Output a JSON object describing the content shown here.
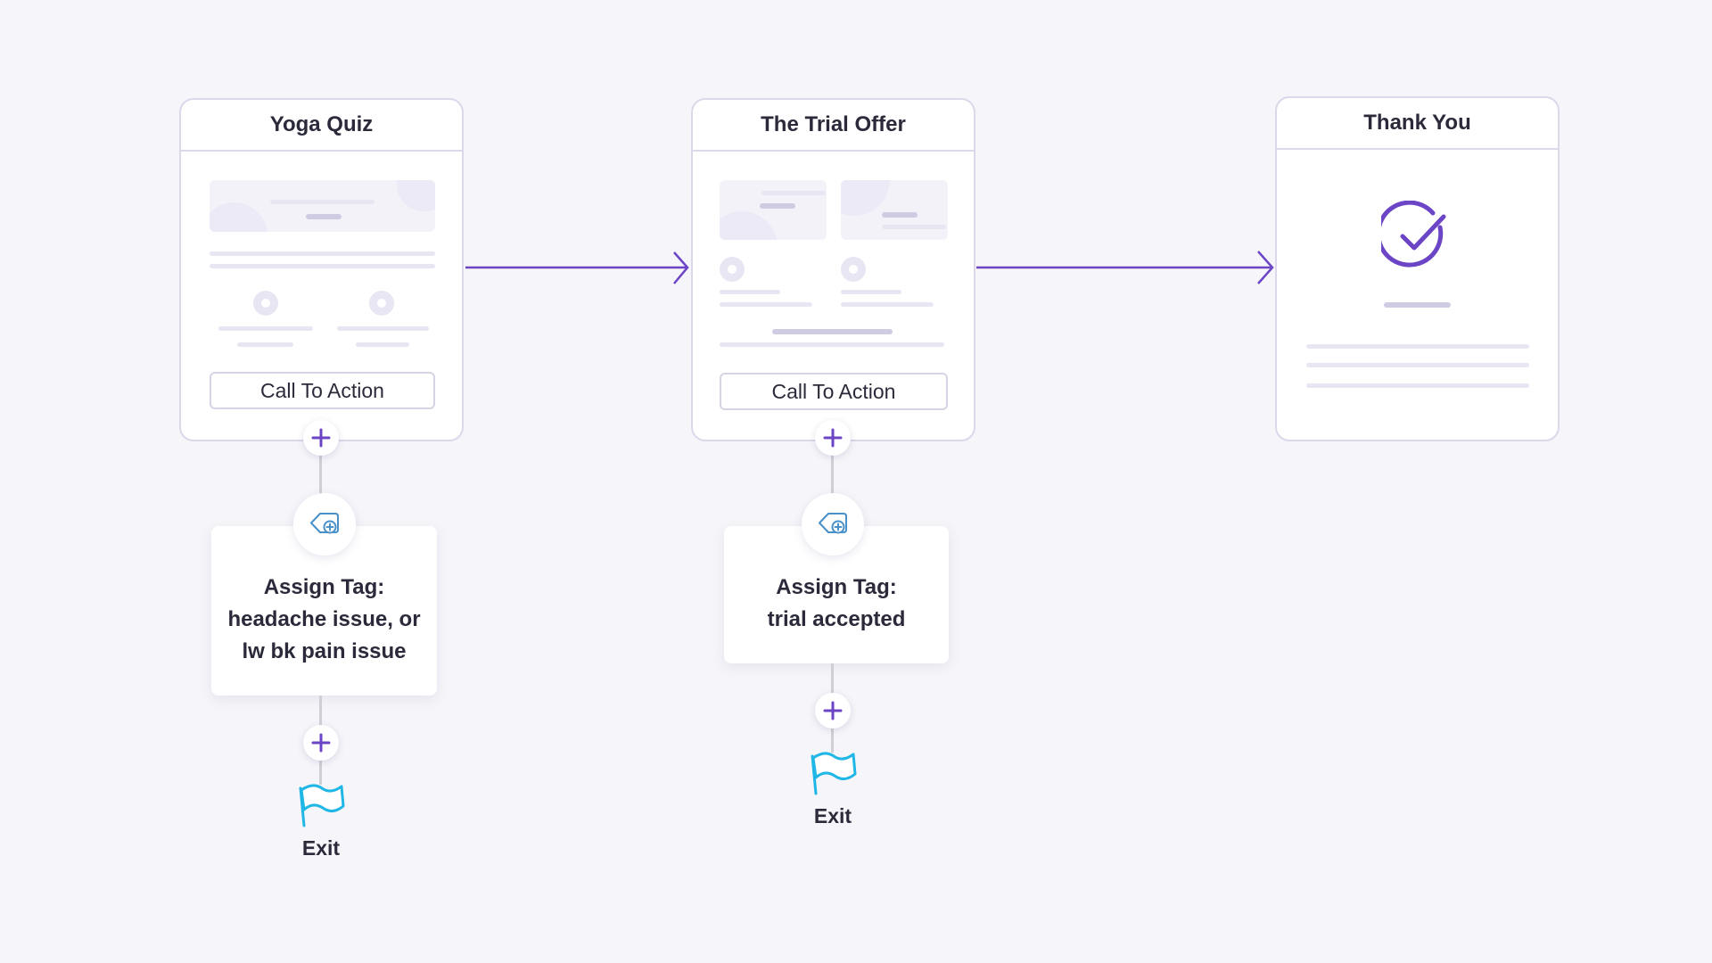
{
  "colors": {
    "background": "#f6f5f9",
    "arrow": "#6b45c6",
    "flag": "#1fb7e6",
    "check": "#6b45c6",
    "tag_icon": "#4a90c9"
  },
  "steps": [
    {
      "title": "Yoga Quiz",
      "cta_label": "Call To Action"
    },
    {
      "title": "The Trial Offer",
      "cta_label": "Call To Action"
    },
    {
      "title": "Thank You"
    }
  ],
  "actions": [
    {
      "icon": "tag-add-icon",
      "line1": "Assign Tag:",
      "line2": "headache issue, or",
      "line3": "lw bk pain issue"
    },
    {
      "icon": "tag-add-icon",
      "line1": "Assign Tag:",
      "line2": "trial accepted"
    }
  ],
  "exits": [
    {
      "icon": "flag-icon",
      "label": "Exit"
    },
    {
      "icon": "flag-icon",
      "label": "Exit"
    }
  ],
  "add_button_icon": "plus-icon",
  "thank_you_icon": "check-circle-icon"
}
